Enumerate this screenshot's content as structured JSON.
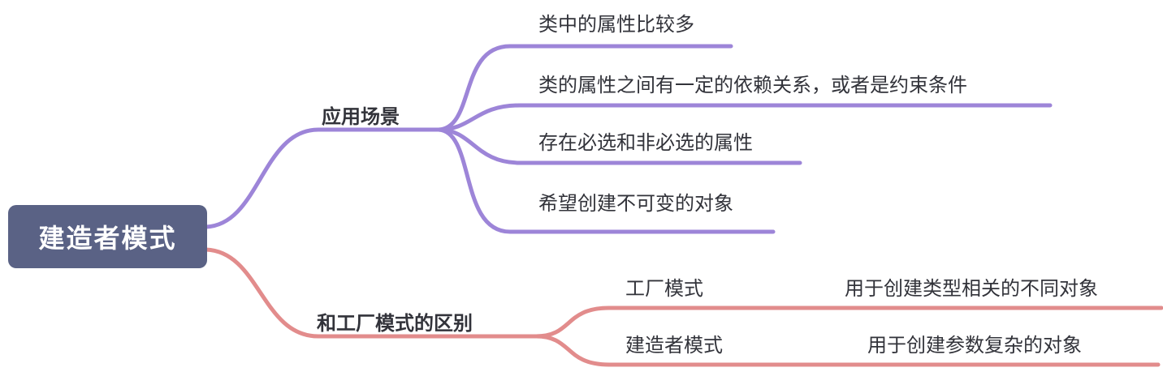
{
  "root": {
    "label": "建造者模式"
  },
  "colors": {
    "root_bg": "#5a6285",
    "root_text": "#ffffff",
    "usage_branch": "#9d85d8",
    "factory_branch": "#e28c8c",
    "node_text": "#32333a"
  },
  "branches": [
    {
      "label": "应用场景",
      "color": "#9d85d8",
      "children": [
        {
          "label": "类中的属性比较多"
        },
        {
          "label": "类的属性之间有一定的依赖关系，或者是约束条件"
        },
        {
          "label": "存在必选和非必选的属性"
        },
        {
          "label": "希望创建不可变的对象"
        }
      ]
    },
    {
      "label": "和工厂模式的区别",
      "color": "#e28c8c",
      "children": [
        {
          "label": "工厂模式",
          "detail": "用于创建类型相关的不同对象"
        },
        {
          "label": "建造者模式",
          "detail": "用于创建参数复杂的对象"
        }
      ]
    }
  ]
}
